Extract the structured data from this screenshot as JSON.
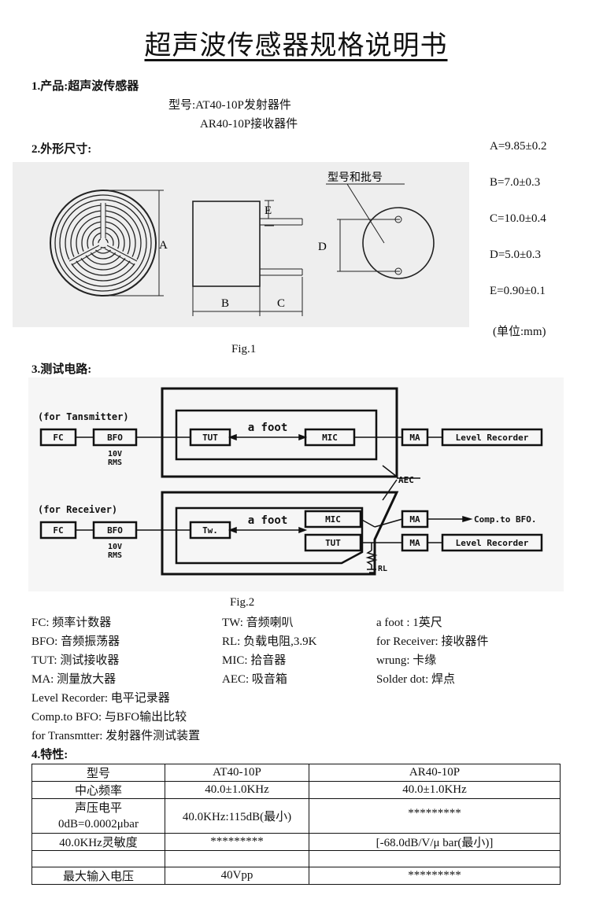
{
  "title": "超声波传感器规格说明书",
  "section1": {
    "heading": "1.产品:超声波传感器",
    "model_tx": "型号:AT40-10P发射器件",
    "model_rx": "AR40-10P接收器件"
  },
  "section2": {
    "heading": "2.外形尺寸:",
    "specs": [
      "A=9.85±0.2",
      "B=7.0±0.3",
      "C=10.0±0.4",
      "D=5.0±0.3",
      "E=0.90±0.1"
    ],
    "unit": "(单位:mm)",
    "fig_caption": "Fig.1",
    "drawing_labels": {
      "a": "A",
      "b": "B",
      "c": "C",
      "d": "D",
      "e": "E",
      "batch": "型号和批号"
    }
  },
  "section3": {
    "heading": "3.测试电路:",
    "fig_caption": "Fig.2",
    "circuit": {
      "tx_label": "(for Tansmitter)",
      "rx_label": "(for Receiver)",
      "fc": "FC",
      "bfo": "BFO",
      "rms_top": "10V",
      "rms_bottom": "RMS",
      "tut": "TUT",
      "tw": "Tw.",
      "foot": "a foot",
      "mic": "MIC",
      "ma": "MA",
      "level_recorder": "Level Recorder",
      "aec": "AEC",
      "comp": "Comp.to BFO.",
      "rl": "RL"
    },
    "legend_col1": [
      "FC: 频率计数器",
      "BFO: 音频振荡器",
      "TUT: 测试接收器",
      "MA: 测量放大器"
    ],
    "legend_col2": [
      "TW: 音频喇叭",
      "RL: 负载电阻,3.9K",
      "MIC: 拾音器",
      "AEC: 吸音箱"
    ],
    "legend_col3": [
      "a foot : 1英尺",
      "for Receiver: 接收器件",
      "wrung: 卡缘",
      "Solder dot: 焊点"
    ],
    "legend_full": [
      "Level Recorder: 电平记录器",
      "Comp.to BFO: 与BFO输出比较",
      "for Transmtter: 发射器件测试装置"
    ]
  },
  "section4": {
    "heading": "4.特性:",
    "table": [
      {
        "label": "型号",
        "tx": "AT40-10P",
        "rx": "AR40-10P"
      },
      {
        "label": "中心频率",
        "tx": "40.0±1.0KHz",
        "rx": "40.0±1.0KHz"
      },
      {
        "label": "声压电平",
        "label2": "0dB=0.0002μbar",
        "tx": "40.0KHz:115dB(最小)",
        "rx": "*********"
      },
      {
        "label": "40.0KHz灵敏度",
        "tx": "*********",
        "rx": "[-68.0dB/V/μ bar(最小)]"
      },
      {
        "label": "",
        "tx": "",
        "rx": ""
      },
      {
        "label": "最大输入电压",
        "tx": "40Vpp",
        "rx": "*********"
      }
    ]
  }
}
